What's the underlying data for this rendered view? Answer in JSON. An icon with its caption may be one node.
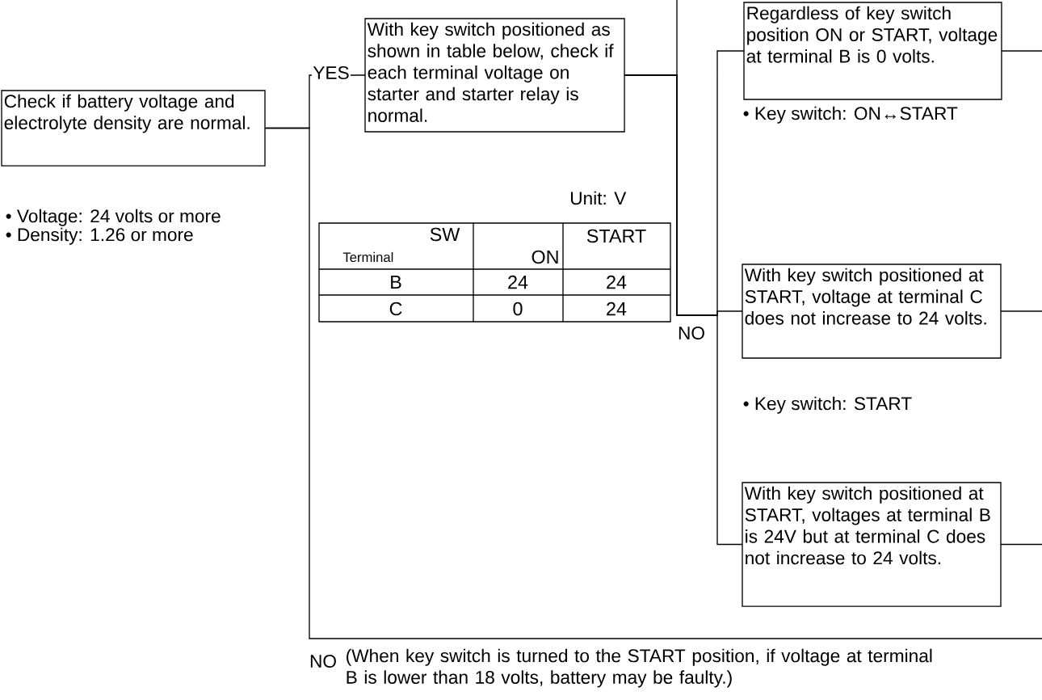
{
  "diagram": {
    "nodes": [
      {
        "text": [
          "Check if battery voltage and electrolyte density are normal."
        ],
        "beside": [
          "• Voltage: 24 volts or more",
          "• Density: 1.26 or more"
        ]
      },
      {
        "text": [
          "With key switch positioned as shown in table below, check if each terminal voltage on starter and starter relay is normal."
        ]
      },
      {
        "text": [
          "Regardless of key switch position ON or START, voltage at terminal B is 0 volts."
        ],
        "beside": [
          "• Key switch: ON↔START"
        ]
      },
      {
        "text": [
          "With key switch positioned at START, voltage at terminal C does not increase to 24 volts."
        ],
        "beside": [
          "• Key switch: START"
        ]
      },
      {
        "text": [
          "With key switch positioned at START, voltages at terminal B is 24V but at terminal C does not increase to 24 volts."
        ]
      }
    ],
    "edges": [
      {
        "from": 0,
        "to": 1,
        "arrow": "none",
        "label": "YES"
      },
      {
        "from": 0,
        "to": null,
        "arrow": "none",
        "label": "NO"
      },
      {
        "from": 1,
        "to": null,
        "arrow": "none"
      },
      {
        "from": 1,
        "to": 2,
        "arrow": "none"
      },
      {
        "from": 1,
        "to": 3,
        "arrow": "none",
        "label": "NO"
      },
      {
        "from": 1,
        "to": 4,
        "arrow": "none"
      },
      {
        "from": 2,
        "to": null,
        "arrow": "none"
      },
      {
        "from": 3,
        "to": null,
        "arrow": "none"
      },
      {
        "from": 4,
        "to": null,
        "arrow": "none"
      }
    ],
    "labels": [
      "Unit: V",
      "SW",
      "Terminal",
      "ON",
      "START",
      "B",
      "24",
      "24",
      "C",
      "0",
      "24",
      "(When key switch is turned to the START position, if voltage at terminal B is lower than 18 volts, battery may be faulty.)"
    ]
  }
}
